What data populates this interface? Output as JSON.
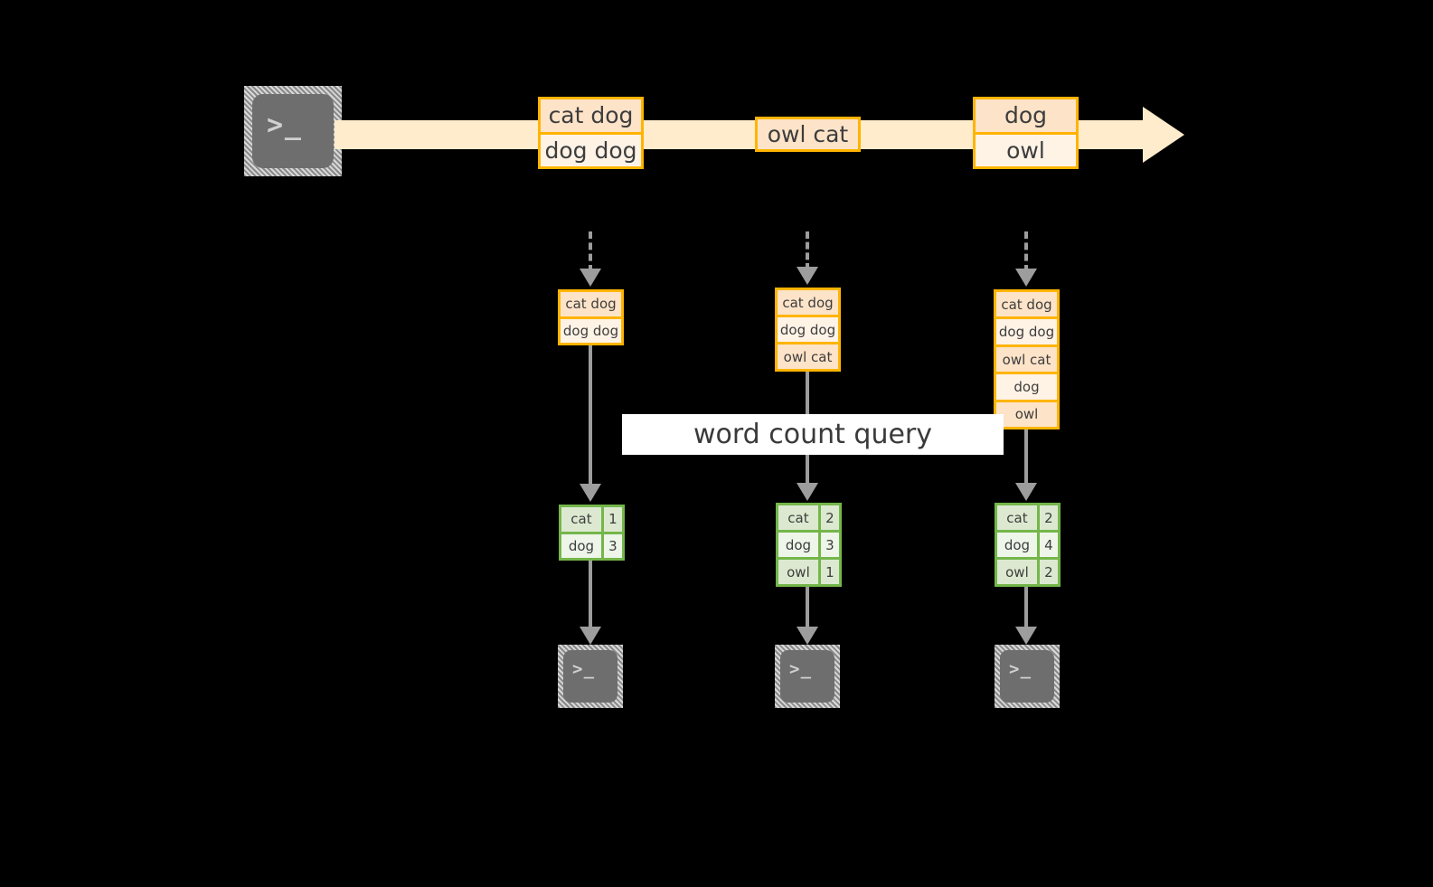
{
  "diagram": {
    "title_label": "word count query",
    "colors": {
      "stream_fill": "#ffeccc",
      "record_border": "#ffb400",
      "record_fill_light": "#fff3e6",
      "record_fill_shade": "#fde3c8",
      "result_border": "#74b64a",
      "result_fill_light": "#eef5e9",
      "result_fill_shade": "#dce9d0",
      "arrow_grey": "#9d9d9d",
      "terminal_body": "#6e6e6e",
      "label_bg": "#ffffff",
      "background": "#000000"
    },
    "source_terminal": {
      "name": "source-terminal",
      "prompt": ">_"
    },
    "stream": {
      "name": "event-stream-arrow",
      "groups": [
        {
          "name": "stream-batch-1",
          "records": [
            "cat dog",
            "dog dog"
          ]
        },
        {
          "name": "stream-batch-2",
          "records": [
            "owl cat"
          ]
        },
        {
          "name": "stream-batch-3",
          "records": [
            "dog",
            "owl"
          ]
        }
      ]
    },
    "columns": [
      {
        "name": "snapshot-1",
        "accumulated": [
          "cat dog",
          "dog dog"
        ],
        "result": {
          "rows": [
            {
              "word": "cat",
              "count": "1"
            },
            {
              "word": "dog",
              "count": "3"
            }
          ]
        },
        "sink_prompt": ">_"
      },
      {
        "name": "snapshot-2",
        "accumulated": [
          "cat dog",
          "dog dog",
          "owl cat"
        ],
        "result": {
          "rows": [
            {
              "word": "cat",
              "count": "2"
            },
            {
              "word": "dog",
              "count": "3"
            },
            {
              "word": "owl",
              "count": "1"
            }
          ]
        },
        "sink_prompt": ">_"
      },
      {
        "name": "snapshot-3",
        "accumulated": [
          "cat dog",
          "dog dog",
          "owl cat",
          "dog",
          "owl"
        ],
        "result": {
          "rows": [
            {
              "word": "cat",
              "count": "2"
            },
            {
              "word": "dog",
              "count": "4"
            },
            {
              "word": "owl",
              "count": "2"
            }
          ]
        },
        "sink_prompt": ">_"
      }
    ]
  }
}
